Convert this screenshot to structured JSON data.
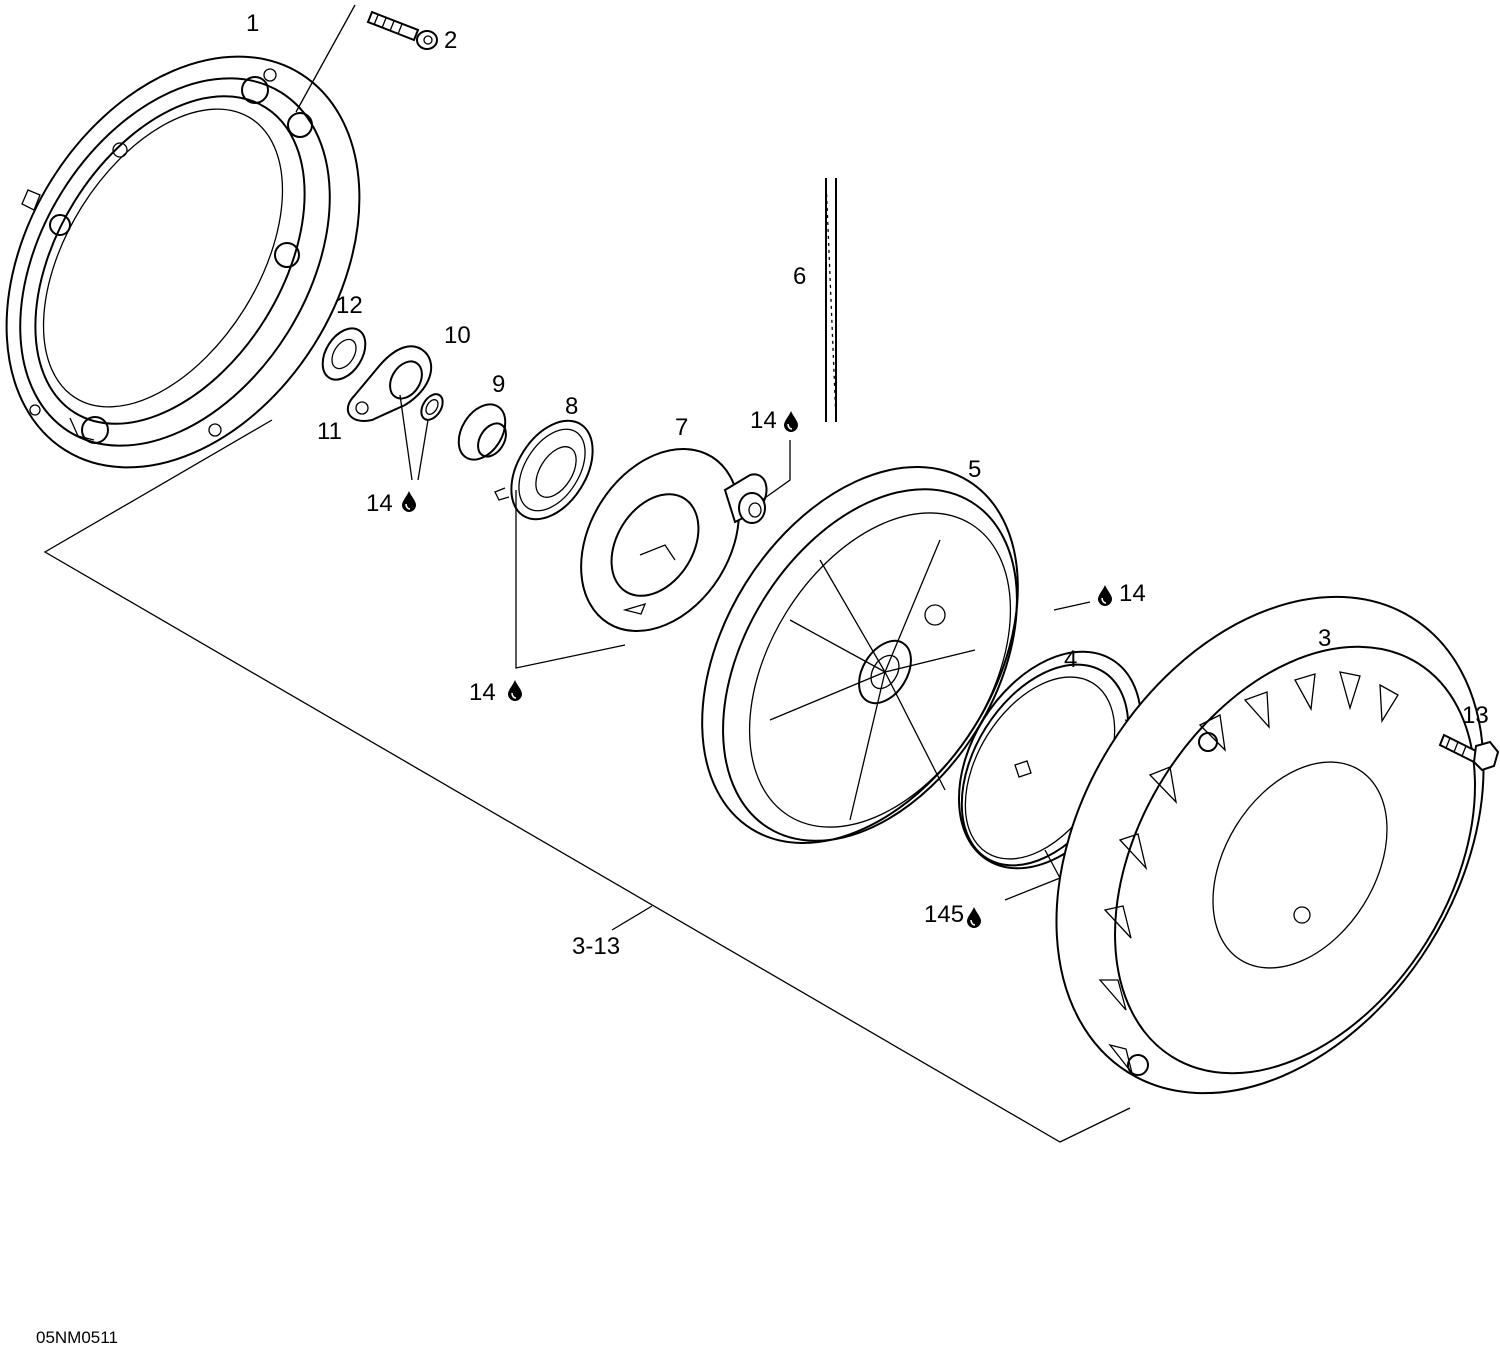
{
  "labels": {
    "l1": "1",
    "l2": "2",
    "l3": "3",
    "l4": "4",
    "l5": "5",
    "l6": "6",
    "l7": "7",
    "l8": "8",
    "l9": "9",
    "l10": "10",
    "l11": "11",
    "l12": "12",
    "l13": "13",
    "l14a": "14",
    "l14b": "14",
    "l14c": "14",
    "l14d": "14",
    "l145": "145",
    "assembly": "3-13"
  },
  "drawing_code": "05NM0511",
  "colors": {
    "ink": "#000000",
    "paper": "#ffffff"
  },
  "icons": {
    "lubricant": "oil-drop-icon"
  }
}
